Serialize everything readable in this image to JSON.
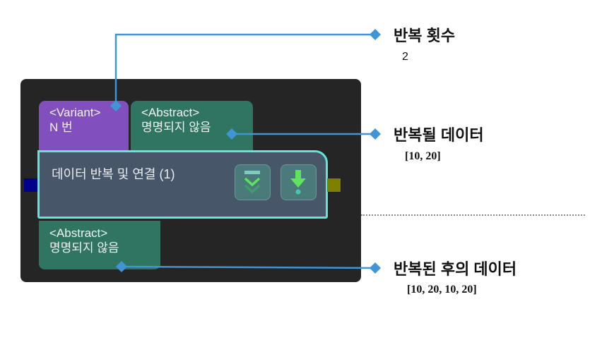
{
  "node": {
    "title": "데이터 반복 및 연결 (1)",
    "buttons": [
      {
        "icon": "repeat-chevrons-icon"
      },
      {
        "icon": "download-arrow-icon"
      }
    ],
    "input_ports": [
      {
        "type": "<Variant>",
        "name": "N 번",
        "color": "#8250be"
      },
      {
        "type": "<Abstract>",
        "name": "명명되지 않음",
        "color": "#2f7562"
      }
    ],
    "output_ports": [
      {
        "type": "<Abstract>",
        "name": "명명되지 않음",
        "color": "#2f7562"
      }
    ],
    "border_color": "#5ee6d6",
    "left_connector_color": "#00008b",
    "right_connector_color": "#808000"
  },
  "annotations": [
    {
      "title": "반복 횟수",
      "value": "2"
    },
    {
      "title": "반복될 데이터",
      "value": "[10, 20]"
    },
    {
      "title": "반복된 후의 데이터",
      "value": "[10, 20, 10, 20]"
    }
  ],
  "leader_color": "#3f95d6"
}
